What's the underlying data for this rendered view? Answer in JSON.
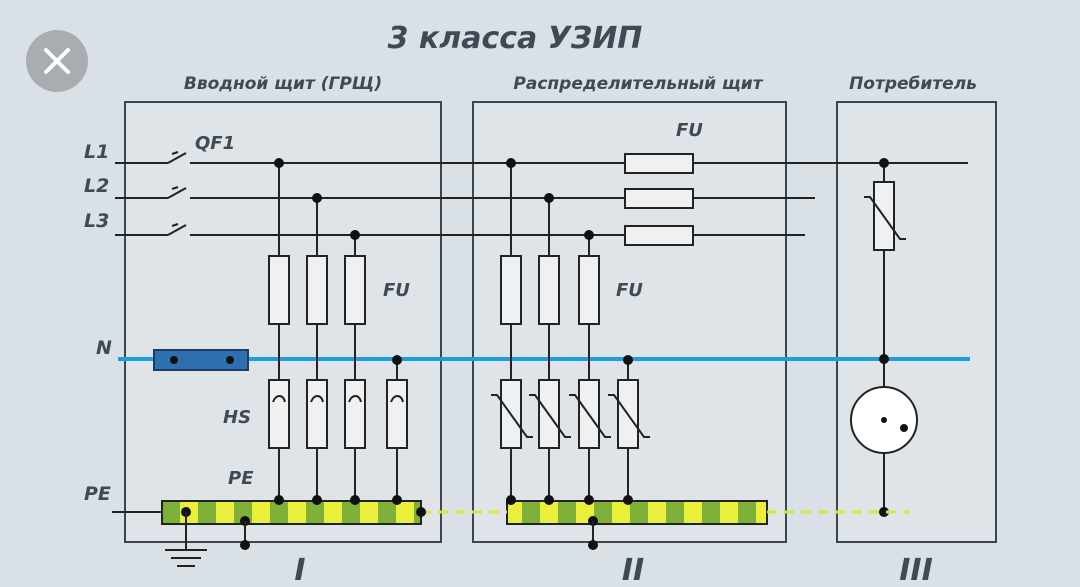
{
  "title": "3 класса УЗИП",
  "panels": {
    "input": "Вводной щит (ГРЩ)",
    "distribution": "Распределительный щит",
    "consumer": "Потребитель"
  },
  "lines": [
    "L1",
    "L2",
    "L3"
  ],
  "neutral": "N",
  "pe_left": "PE",
  "pe_inner": "PE",
  "breaker": "QF1",
  "fuse_labels": {
    "input": "FU",
    "distribution": "FU",
    "top": "FU"
  },
  "hs_label": "HS",
  "class_numbers": [
    "I",
    "II",
    "III"
  ],
  "colors": {
    "background": "#d9e0e6",
    "panel_fill": "#dfe4e9",
    "wire": "#222222",
    "neutral": "#1aa0e0",
    "pe_green": "#7fb03a",
    "pe_yellow": "#e9ef3a"
  },
  "ui": {
    "close_icon": "close-icon"
  }
}
